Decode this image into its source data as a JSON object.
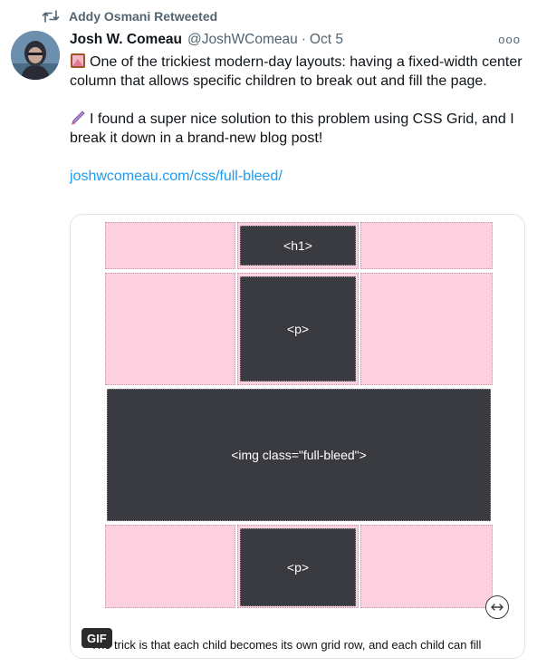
{
  "social_context": {
    "icon": "retweet-icon",
    "text": "Addy Osmani Retweeted"
  },
  "tweet": {
    "author_name": "Josh W. Comeau",
    "handle": "@JoshWComeau",
    "separator": "·",
    "date": "Oct 5",
    "more_icon": "ooo",
    "paragraph_1": "One of the trickiest modern-day layouts: having a fixed-width center column that allows specific children to break out and fill the page.",
    "paragraph_2": "I found a super nice solution to this problem using CSS Grid, and I break it down in a brand-new blog post!",
    "link": "joshwcomeau.com/css/full-bleed/"
  },
  "media": {
    "labels": {
      "h1": "<h1>",
      "p1": "<p>",
      "img": "<img class=\"full-bleed\">",
      "p2": "<p>"
    },
    "gif_badge": "GIF",
    "caption": "The trick is that each child becomes its own grid row, and each child can fill",
    "colors": {
      "pink": "#fdd0e0",
      "dark": "#3a3b40"
    }
  }
}
